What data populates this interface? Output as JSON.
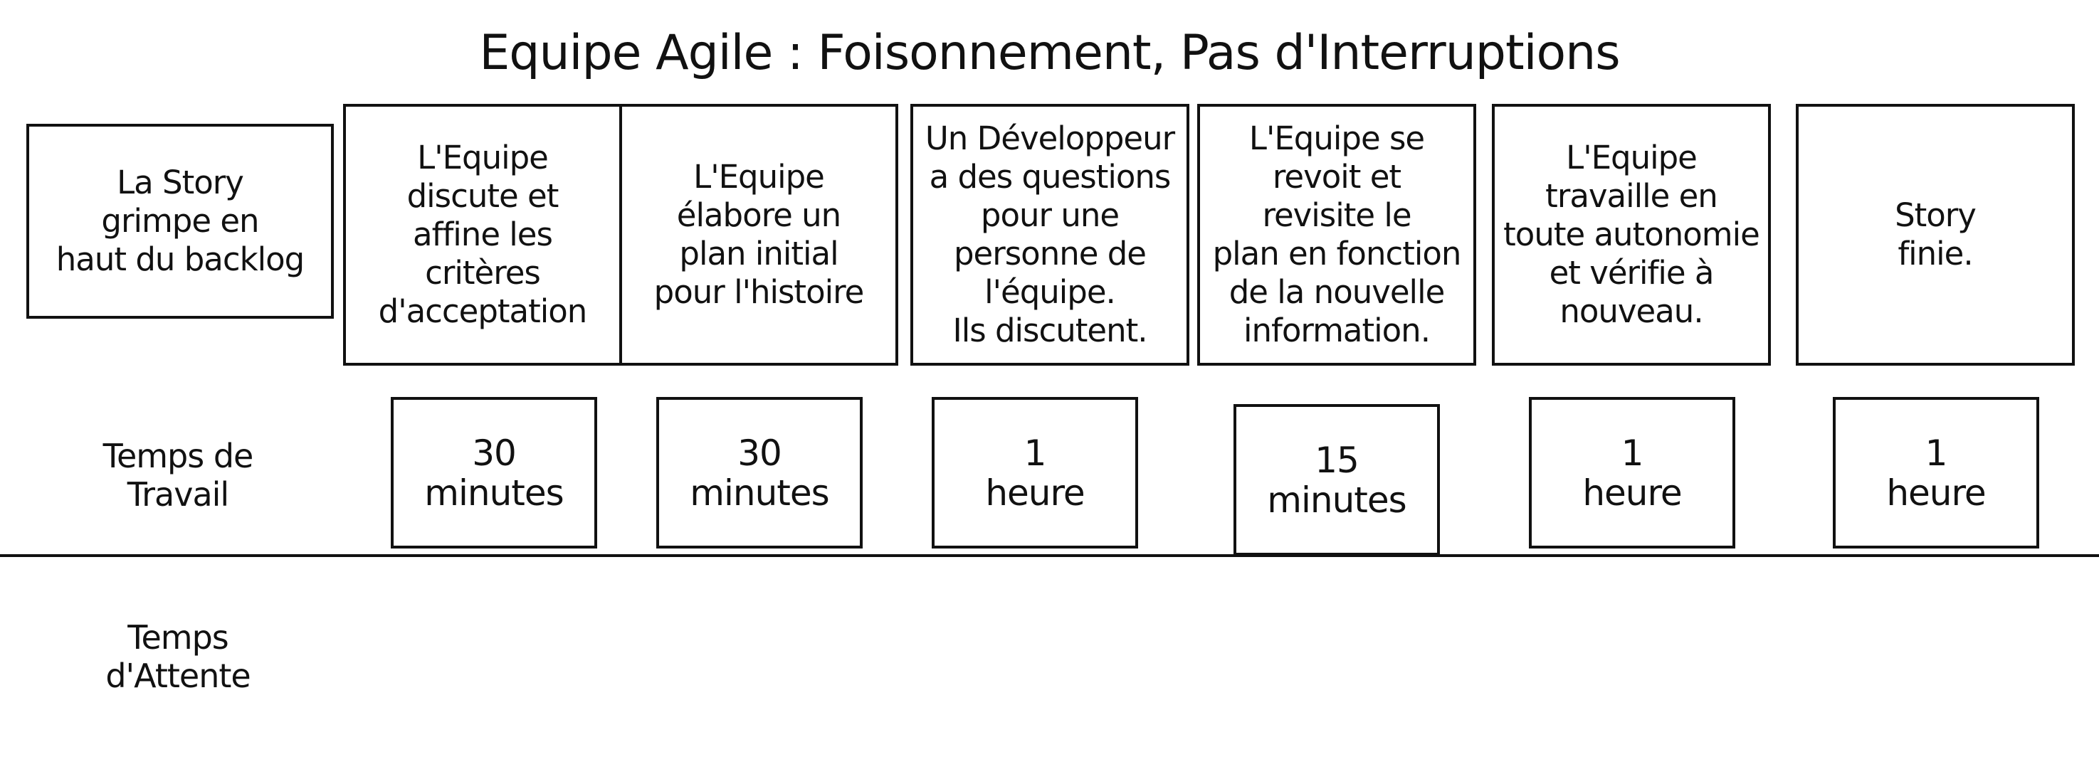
{
  "title": "Equipe Agile : Foisonnement, Pas d'Interruptions",
  "steps": [
    "La Story\ngrimpe en\nhaut du backlog",
    "L'Equipe\ndiscute et\naffine les\ncritères\nd'acceptation",
    "L'Equipe\nélabore un\nplan initial\npour l'histoire",
    "Un Développeur\na des questions\npour une\npersonne de\nl'équipe.\nIls discutent.",
    "L'Equipe se\nrevoit et\nrevisite le\nplan en fonction\nde la nouvelle\ninformation.",
    "L'Equipe\ntravaille en\ntoute autonomie\net vérifie à\nnouveau.",
    "Story\nfinie."
  ],
  "work_times": [
    "30\nminutes",
    "30\nminutes",
    "1\nheure",
    "15\nminutes",
    "1\nheure",
    "1\nheure"
  ],
  "row_labels": {
    "work": "Temps de\nTravail",
    "wait": "Temps\nd'Attente"
  }
}
